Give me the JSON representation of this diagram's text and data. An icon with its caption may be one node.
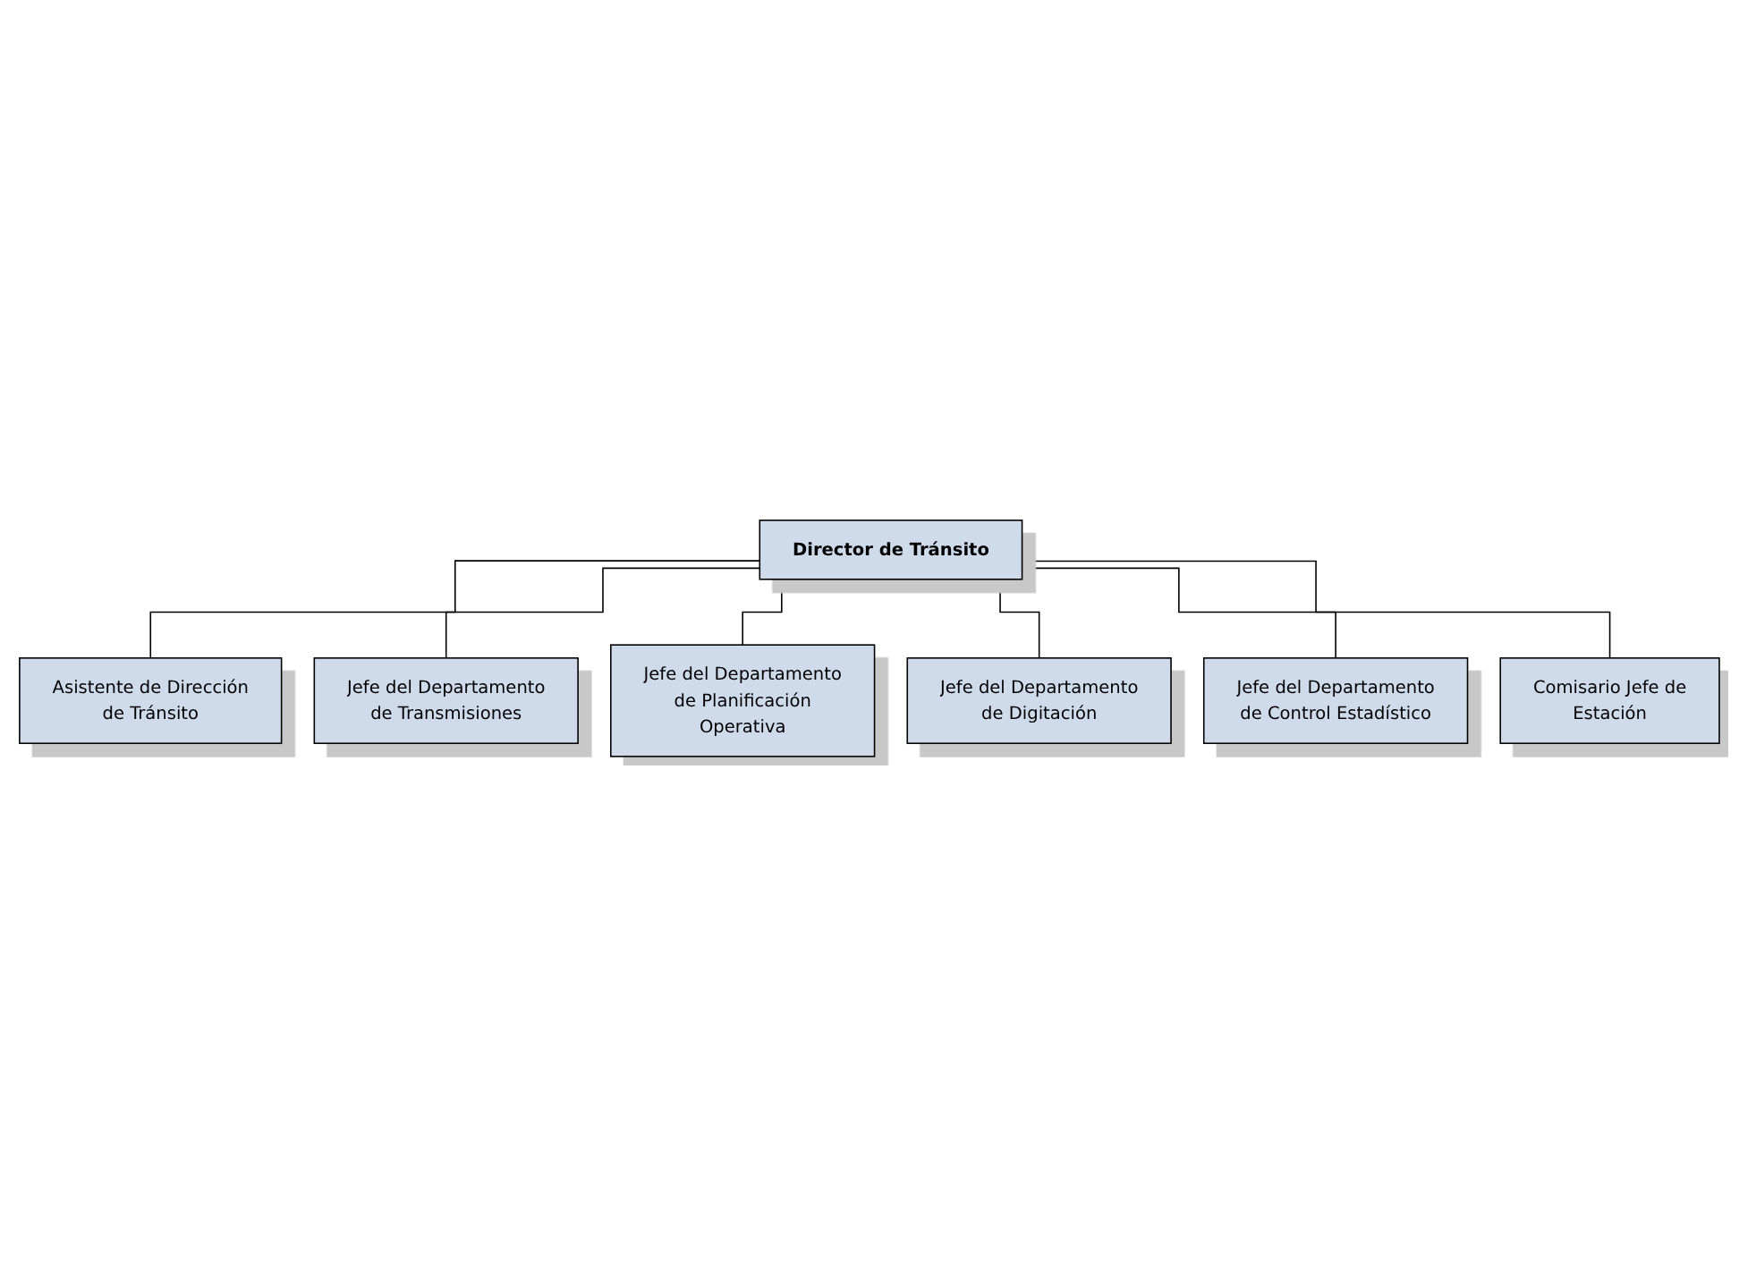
{
  "diagram": {
    "nodes": [
      {
        "text": [
          "Director de Tránsito"
        ]
      },
      {
        "text": [
          "Asistente de Dirección de Tránsito"
        ]
      },
      {
        "text": [
          "Jefe del Departamento de Transmisiones"
        ]
      },
      {
        "text": [
          "Jefe del Departamento de Planificación Operativa"
        ]
      },
      {
        "text": [
          "Jefe del Departamento de Digitación"
        ]
      },
      {
        "text": [
          "Jefe del Departamento de Control Estadístico"
        ]
      },
      {
        "text": [
          "Comisario Jefe de Estación"
        ]
      }
    ],
    "edges": [
      {
        "from": 0,
        "to": 1,
        "arrow": "none"
      },
      {
        "from": 0,
        "to": 2,
        "arrow": "none"
      },
      {
        "from": 0,
        "to": 3,
        "arrow": "none"
      },
      {
        "from": 0,
        "to": 4,
        "arrow": "none"
      },
      {
        "from": 0,
        "to": 5,
        "arrow": "none"
      },
      {
        "from": 0,
        "to": 6,
        "arrow": "none"
      }
    ]
  }
}
